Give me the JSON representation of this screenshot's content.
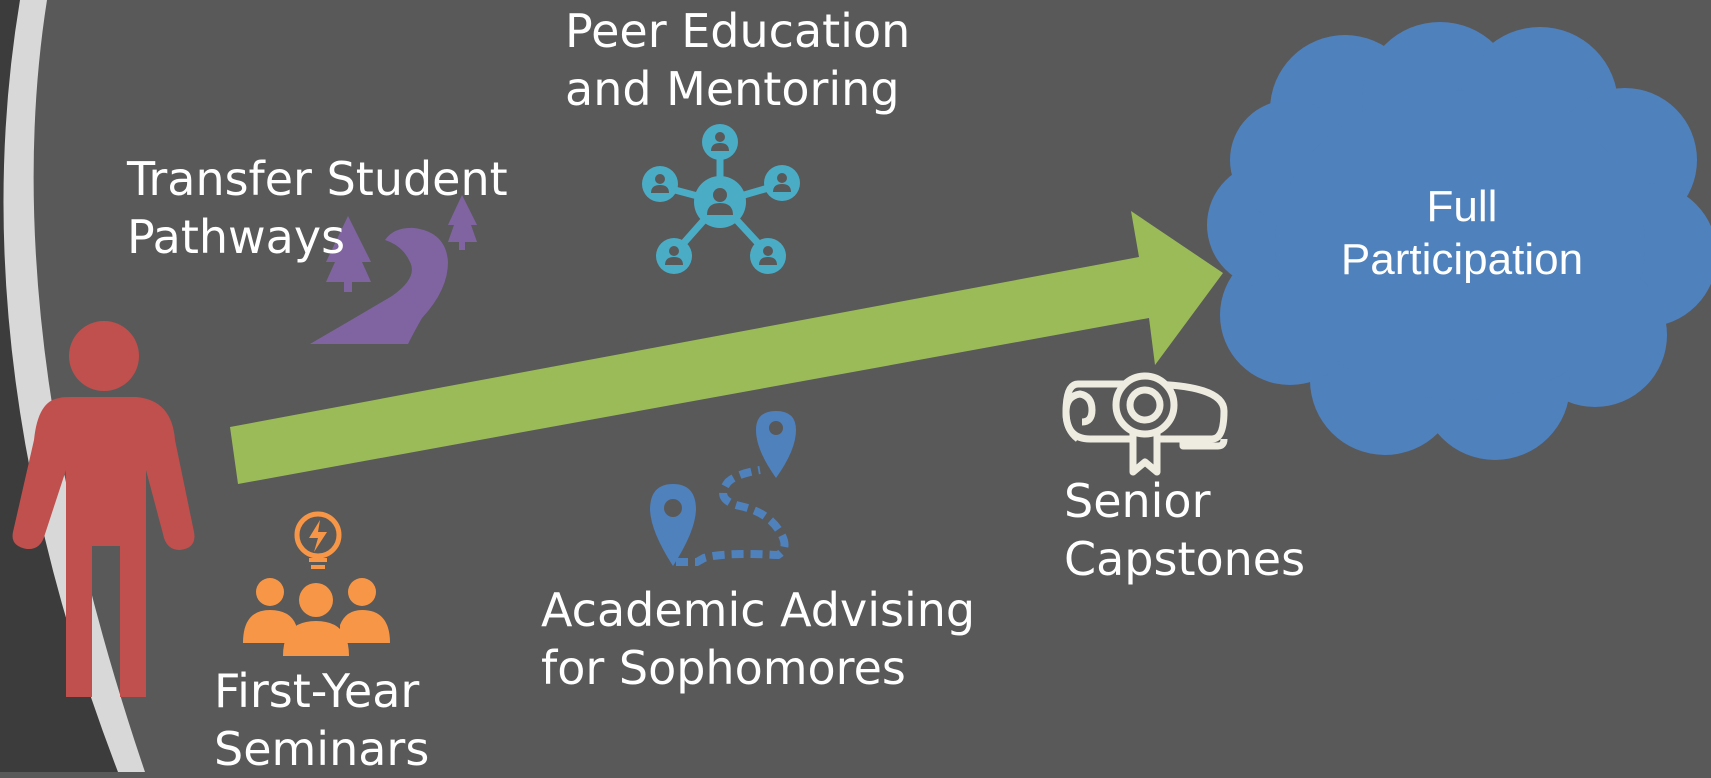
{
  "colors": {
    "background": "#595959",
    "arc_light": "#d8d8d8",
    "arc_dark": "#3c3c3c",
    "person": "#c0504d",
    "arrow": "#9bbb59",
    "cloud": "#4f81bd",
    "first_year_icon": "#f79646",
    "transfer_icon": "#8064a2",
    "peer_icon": "#4bacc6",
    "advising_icon": "#4f81bd",
    "capstone_icon": "#eeece1"
  },
  "goal": {
    "line1": "Full",
    "line2": "Participation"
  },
  "programs": {
    "transfer": {
      "line1": "Transfer Student",
      "line2": "Pathways",
      "icon": "forest-path-icon"
    },
    "peer": {
      "line1": "Peer Education",
      "line2": "and Mentoring",
      "icon": "network-people-icon"
    },
    "first_year": {
      "line1": "First-Year",
      "line2": "Seminars",
      "icon": "idea-group-icon"
    },
    "advising": {
      "line1": "Academic Advising",
      "line2": "for Sophomores",
      "icon": "route-pins-icon"
    },
    "capstone": {
      "line1": "Senior",
      "line2": "Capstones",
      "icon": "diploma-icon"
    }
  }
}
